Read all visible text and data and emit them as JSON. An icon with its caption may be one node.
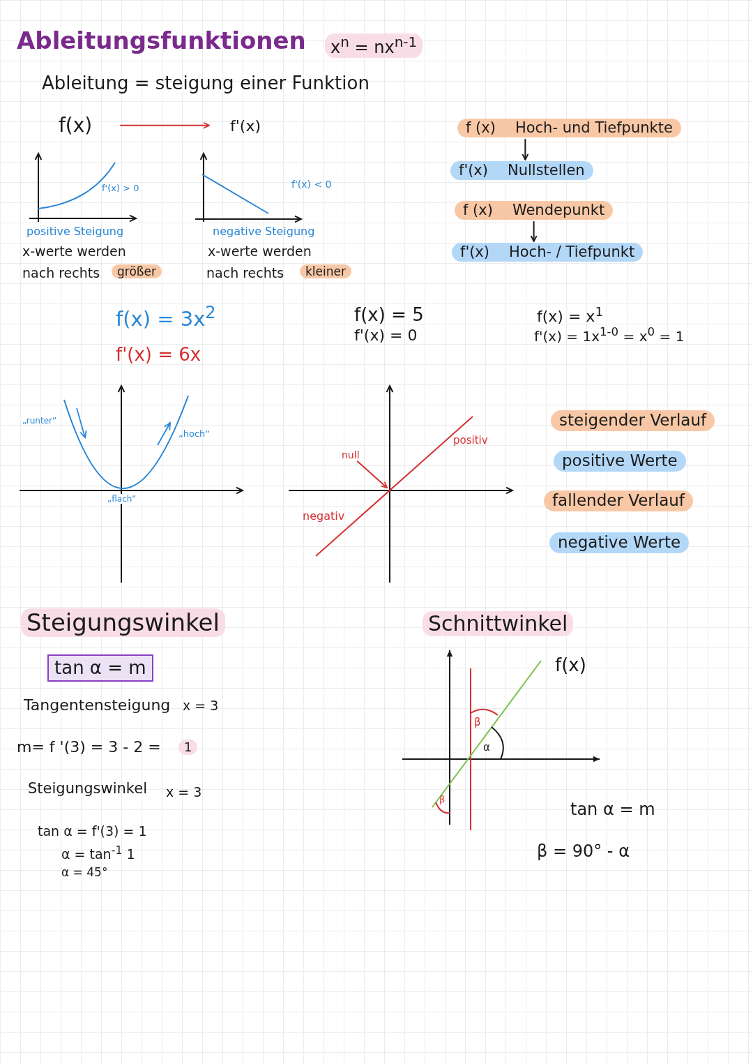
{
  "diagram": {
    "title": "Ableitungsfunktionen",
    "nodes": [
      {
        "text": [
          "f(x)"
        ]
      },
      {
        "text": [
          "f'(x)"
        ]
      },
      {
        "text": [
          "f (x)",
          "Hoch- und Tiefpunkte"
        ]
      },
      {
        "text": [
          "f'(x)",
          "Nullstellen"
        ]
      },
      {
        "text": [
          "f (x)",
          "Wendepunkt"
        ]
      },
      {
        "text": [
          "f'(x)",
          "Hoch- / Tiefpunkt"
        ]
      },
      {
        "text": [
          "null"
        ]
      },
      {
        "text": [
          "steigender Verlauf"
        ]
      },
      {
        "text": [
          "positive Werte"
        ]
      },
      {
        "text": [
          "fallender Verlauf"
        ]
      },
      {
        "text": [
          "negative Werte"
        ]
      }
    ],
    "edges": [
      {
        "from": 0,
        "to": 1,
        "arrow": "to",
        "color": "#d63030"
      },
      {
        "from": 2,
        "to": 3,
        "arrow": "to",
        "color": "#1a1a1a"
      },
      {
        "from": 4,
        "to": 5,
        "arrow": "to",
        "color": "#1a1a1a"
      },
      {
        "from": 6,
        "to": null,
        "arrow": "to",
        "color": "#d63030"
      }
    ],
    "labels": [
      "x$^{n}$ = nx$^{n-1}$",
      "Ableitung = steigung einer Funktion",
      "f'(x) > 0",
      "f'(x) < 0",
      "positive Steigung",
      "x-werte werden",
      "nach rechts",
      "größer",
      "negative Steigung",
      "x-werte werden",
      "nach rechts",
      "kleiner",
      "f(x) = 3x$^{2}$",
      "f'(x) = 6x",
      "f(x) = 5",
      "f'(x) = 0",
      "f(x) = x$^{1}$",
      "f'(x) = 1x$^{1-0}$ = x$^{0}$ = 1",
      "„runter“",
      "„hoch“",
      "„flach“",
      "positiv",
      "negativ",
      "Steigungswinkel",
      "tan α = m",
      "Tangentensteigung",
      "x = 3",
      "m= f '(3) = 3 - 2 =",
      "1",
      "Steigungswinkel",
      "x = 3",
      "tan α = f'(3) = 1",
      "α = tan$^{-1}$ 1",
      "α = 45°",
      "Schnittwinkel",
      "f(x)",
      "β",
      "α",
      "β",
      "tan α = m",
      "β = 90° - α"
    ]
  }
}
